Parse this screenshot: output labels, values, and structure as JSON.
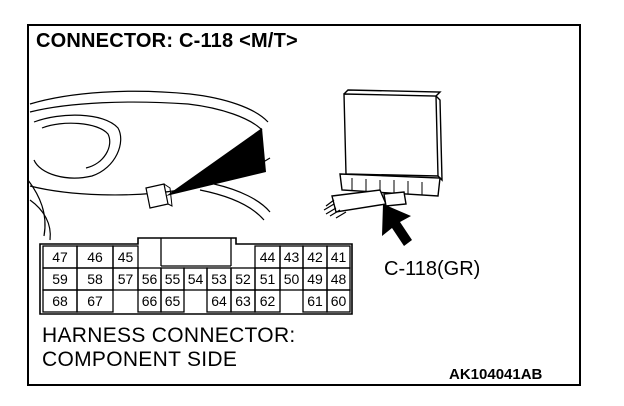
{
  "title": "CONNECTOR: C-118 <M/T>",
  "connector_label": "C-118(GR)",
  "harness_label_line1": "HARNESS CONNECTOR:",
  "harness_label_line2": "COMPONENT SIDE",
  "figure_code": "AK104041AB",
  "pin_rows": [
    [
      "47",
      "46",
      "45",
      "",
      "",
      "",
      "",
      "",
      "44",
      "43",
      "42",
      "41"
    ],
    [
      "59",
      "58",
      "57",
      "56",
      "55",
      "54",
      "53",
      "52",
      "51",
      "50",
      "49",
      "48"
    ],
    [
      "68",
      "67",
      "",
      "66",
      "65",
      "",
      "64",
      "63",
      "62",
      "",
      "61",
      "60"
    ]
  ]
}
